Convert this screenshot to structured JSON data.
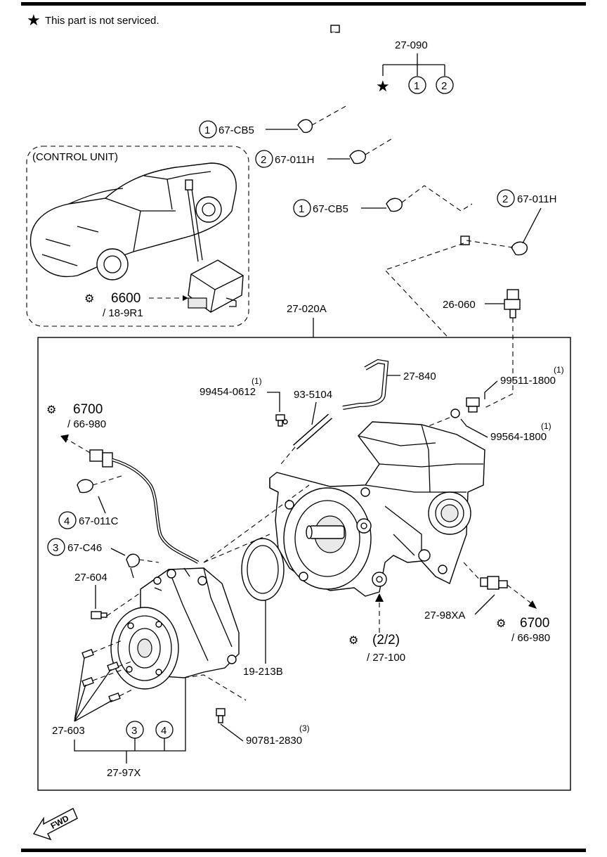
{
  "header": {
    "note": "This part is not serviced."
  },
  "inset": {
    "title": "(CONTROL UNIT)",
    "ref": "6600",
    "ref_sub": "/ 18-9R1"
  },
  "main_box": {
    "label": "27-020A"
  },
  "fwd": "FWD",
  "callouts": {
    "c1a": "1",
    "c2a": "2",
    "c1b": "1",
    "c2b": "2",
    "c1c": "1",
    "c2c": "2",
    "c4": "4",
    "c3": "3",
    "c3b": "3",
    "c4b": "4"
  },
  "labels": {
    "p27090": "27-090",
    "p67cb5a": "67-CB5",
    "p67011ha": "67-011H",
    "p67cb5b": "67-CB5",
    "p67011hb": "67-011H",
    "p26060": "26-060",
    "p27840": "27-840",
    "p99454": "99454-0612",
    "p99454q": "(1)",
    "p935104": "93-5104",
    "p99511": "99511-1800",
    "p99511q": "(1)",
    "p99564": "99564-1800",
    "p99564q": "(1)",
    "ref6700a": "6700",
    "ref6700a_sub": "/ 66-980",
    "p67011c": "67-011C",
    "p67c46": "67-C46",
    "p27604": "27-604",
    "p19213b": "19-213B",
    "ref22": "(2/2)",
    "ref22_sub": "/ 27-100",
    "p2798xa": "27-98XA",
    "ref6700b": "6700",
    "ref6700b_sub": "/ 66-980",
    "p27603": "27-603",
    "p90781": "90781-2830",
    "p90781q": "(3)",
    "p2797x": "27-97X"
  }
}
